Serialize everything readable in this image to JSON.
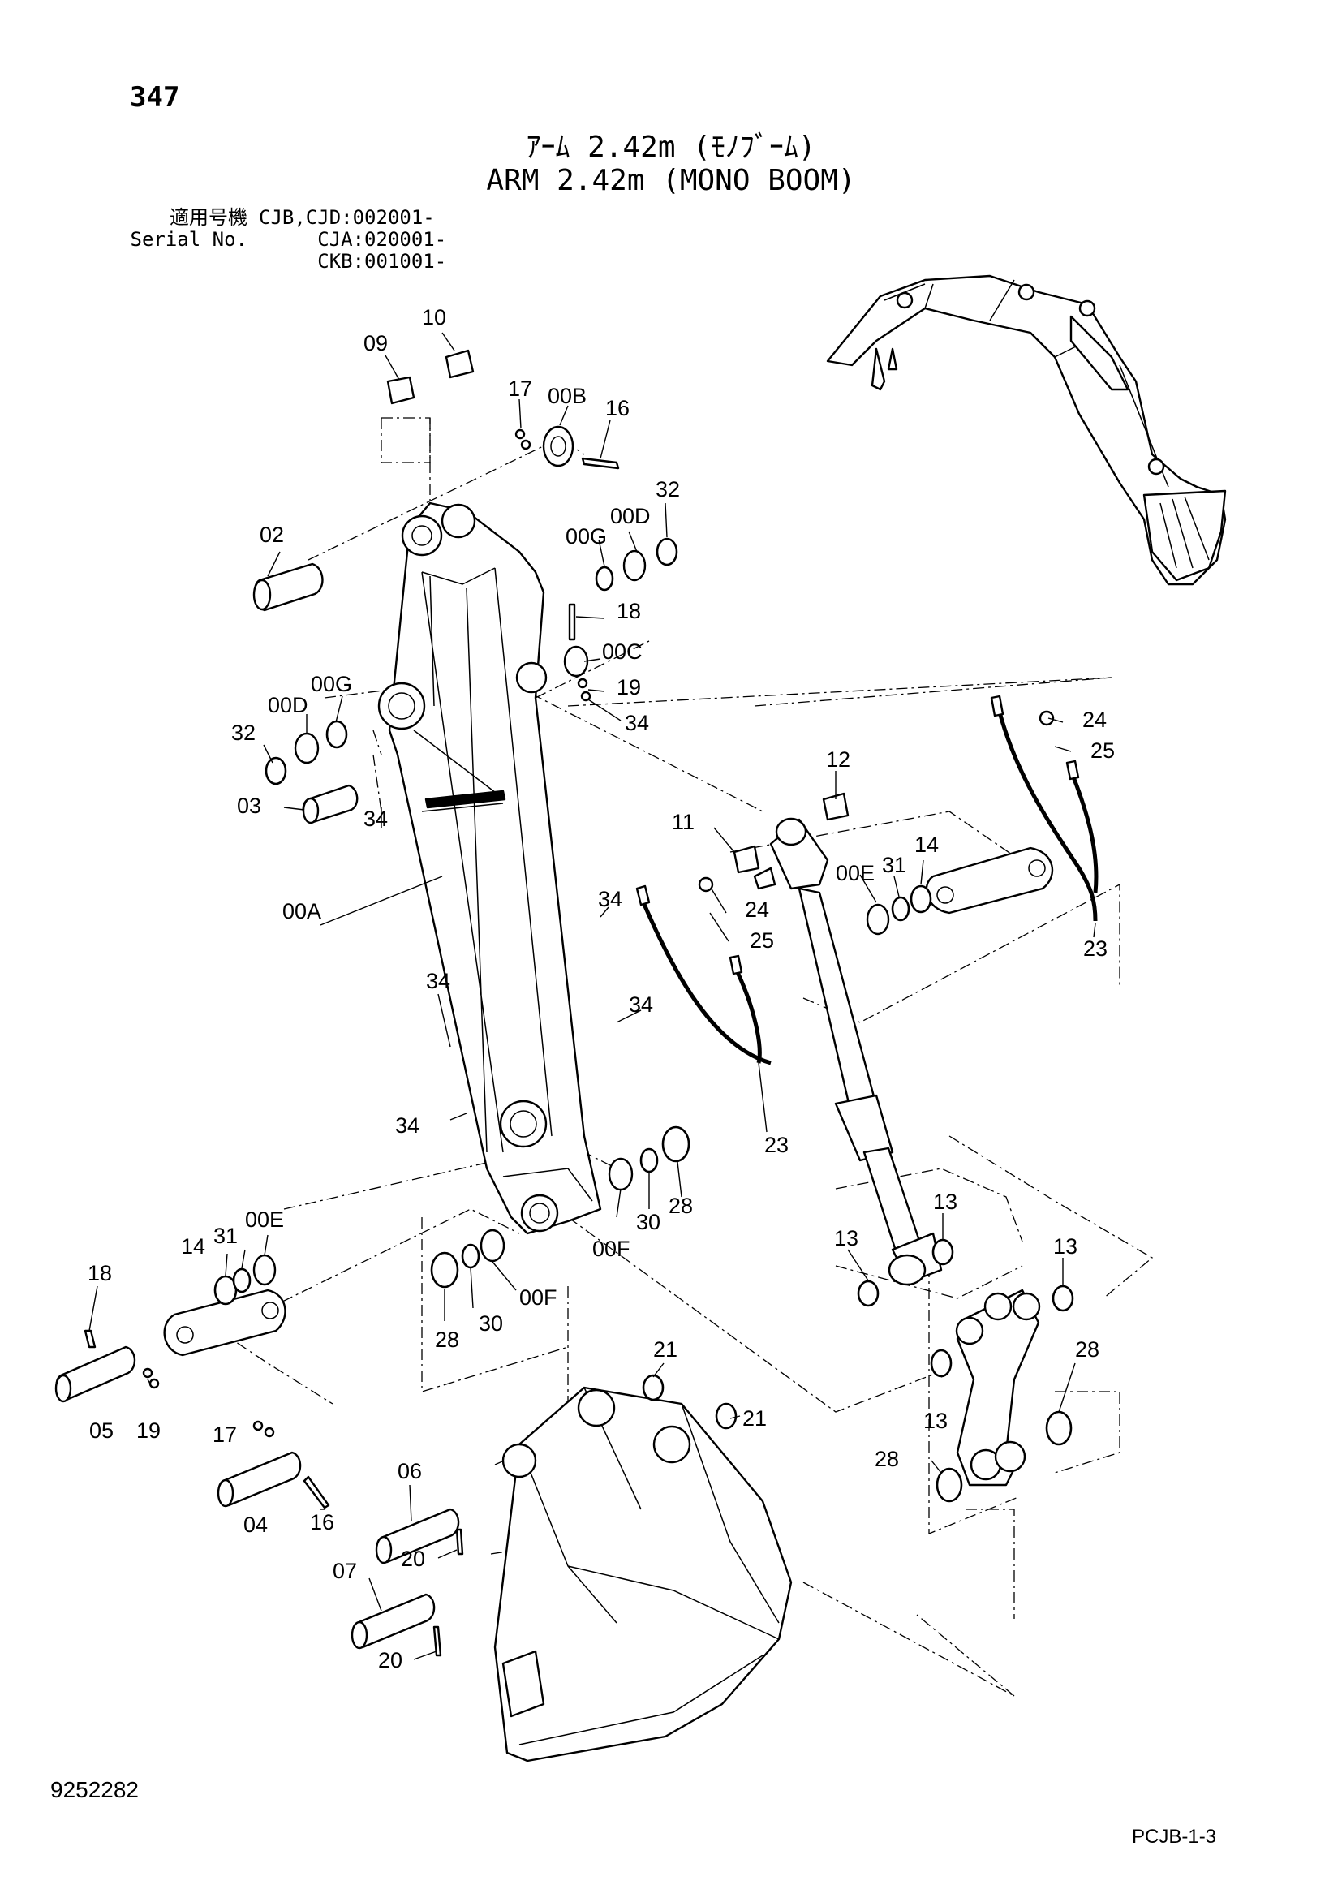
{
  "header": {
    "page_number": "347",
    "title_jp": "ｱｰﾑ 2.42m (ﾓﾉﾌﾞｰﾑ)",
    "title_en": "ARM 2.42m (MONO BOOM)"
  },
  "serial": {
    "rows": [
      {
        "label": "適用号機",
        "value": "CJB,CJD:002001-"
      },
      {
        "label": "Serial No.",
        "value": "     CJA:020001-"
      },
      {
        "label": "",
        "value": "     CKB:001001-"
      }
    ]
  },
  "callouts": [
    "09",
    "10",
    "17",
    "00B",
    "16",
    "02",
    "00D",
    "32",
    "00G",
    "18",
    "00C",
    "19",
    "34",
    "00G",
    "00D",
    "32",
    "03",
    "34",
    "00A",
    "12",
    "11",
    "24",
    "25",
    "00E",
    "31",
    "14",
    "24",
    "25",
    "34",
    "34",
    "34",
    "23",
    "23",
    "34",
    "28",
    "30",
    "00F",
    "14",
    "31",
    "00E",
    "18",
    "28",
    "30",
    "00F",
    "13",
    "13",
    "13",
    "05",
    "19",
    "17",
    "04",
    "16",
    "21",
    "21",
    "28",
    "06",
    "20",
    "07",
    "20",
    "13",
    "28"
  ],
  "footer": {
    "doc_number": "9252282",
    "page_code": "PCJB-1-3"
  }
}
